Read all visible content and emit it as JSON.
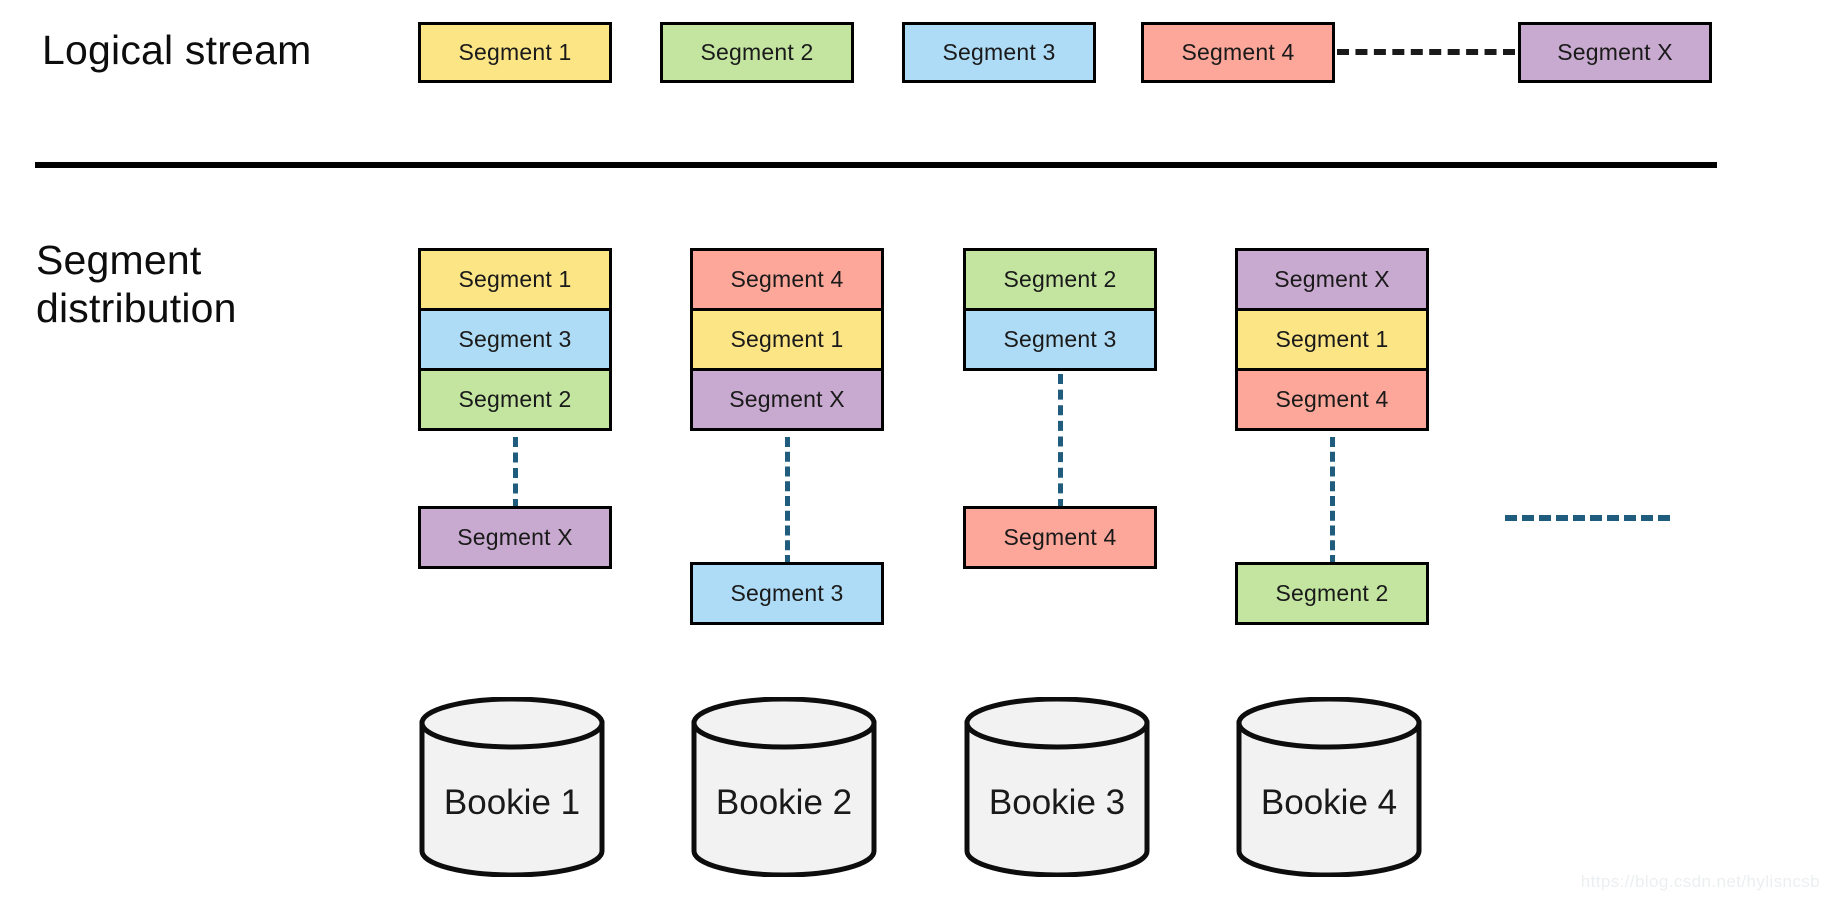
{
  "sections": {
    "logical_stream": {
      "label": "Logical stream",
      "segments": [
        {
          "label": "Segment 1",
          "color_key": "yellow"
        },
        {
          "label": "Segment 2",
          "color_key": "green"
        },
        {
          "label": "Segment 3",
          "color_key": "blue"
        },
        {
          "label": "Segment 4",
          "color_key": "red"
        },
        {
          "label": "Segment X",
          "color_key": "purple"
        }
      ],
      "ellipsis_connector": "dashed-horizontal"
    },
    "segment_distribution": {
      "label": "Segment\ndistribution",
      "columns": [
        {
          "bookie": "Bookie 1",
          "stacked": [
            {
              "label": "Segment 1",
              "color_key": "yellow"
            },
            {
              "label": "Segment 3",
              "color_key": "blue"
            },
            {
              "label": "Segment 2",
              "color_key": "green"
            }
          ],
          "detached": {
            "label": "Segment X",
            "color_key": "purple"
          }
        },
        {
          "bookie": "Bookie 2",
          "stacked": [
            {
              "label": "Segment 4",
              "color_key": "red"
            },
            {
              "label": "Segment 1",
              "color_key": "yellow"
            },
            {
              "label": "Segment X",
              "color_key": "purple"
            }
          ],
          "detached": {
            "label": "Segment 3",
            "color_key": "blue"
          }
        },
        {
          "bookie": "Bookie 3",
          "stacked": [
            {
              "label": "Segment 2",
              "color_key": "green"
            },
            {
              "label": "Segment 3",
              "color_key": "blue"
            }
          ],
          "detached": {
            "label": "Segment 4",
            "color_key": "red"
          }
        },
        {
          "bookie": "Bookie 4",
          "stacked": [
            {
              "label": "Segment X",
              "color_key": "purple"
            },
            {
              "label": "Segment 1",
              "color_key": "yellow"
            },
            {
              "label": "Segment 4",
              "color_key": "red"
            }
          ],
          "detached": {
            "label": "Segment 2",
            "color_key": "green"
          }
        }
      ],
      "trailing_ellipsis": "dashed-horizontal"
    }
  },
  "colors": {
    "yellow": "#FCE585",
    "green": "#C3E5A0",
    "blue": "#AEDBF5",
    "red": "#FCA79A",
    "purple": "#C8A9CF",
    "outline": "#000000",
    "dash": "#1F5C7E",
    "cylinder_fill": "#F2F2F2",
    "divider": "#000000"
  },
  "watermark": {
    "text": "https://blog.csdn.net/hylisncsb"
  }
}
